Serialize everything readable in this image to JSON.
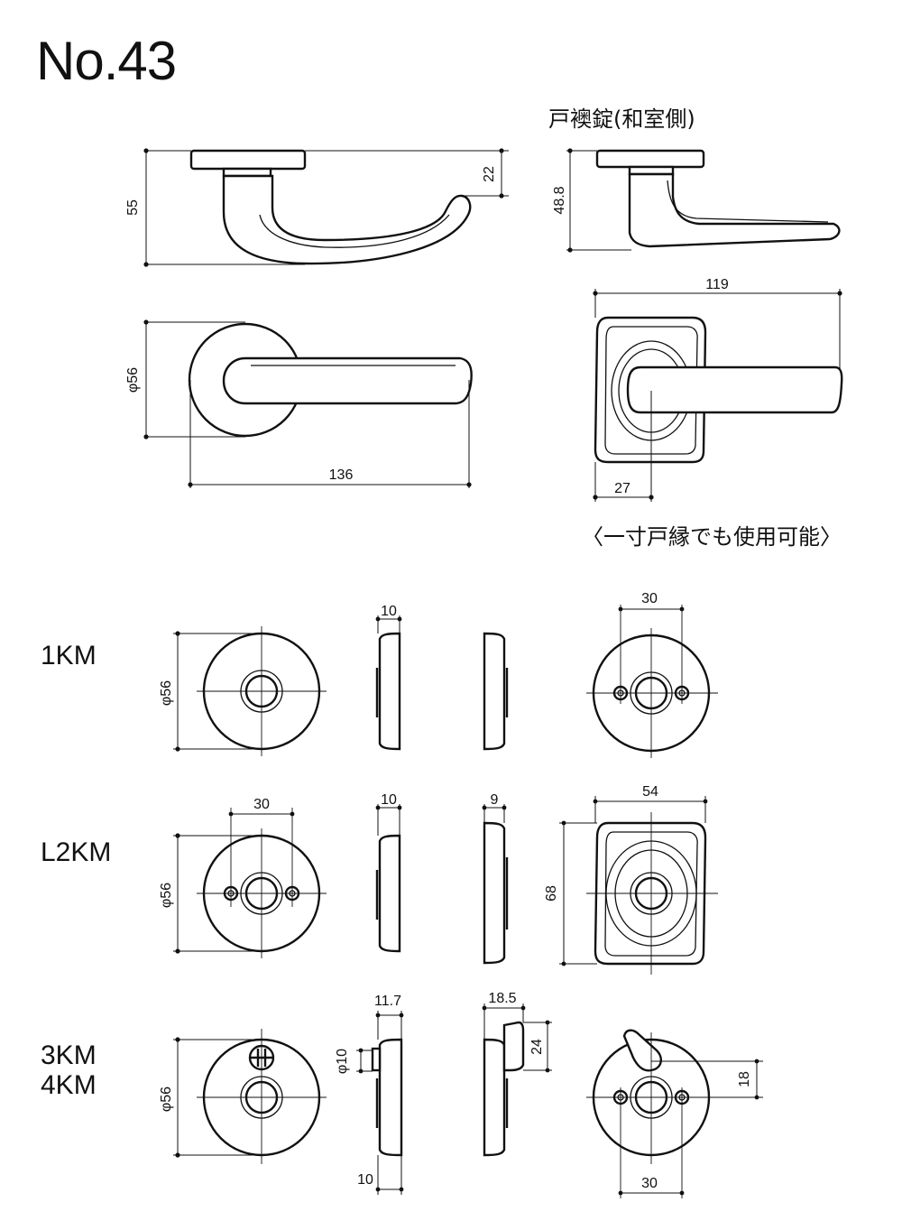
{
  "title": "No.43",
  "heading_right": "戸襖錠(和室側)",
  "note": "〈一寸戸縁でも使用可能〉",
  "models": {
    "km1": "1KM",
    "l2km": "L2KM",
    "km3": "3KM",
    "km4": "4KM"
  },
  "dims": {
    "h55": "55",
    "h22": "22",
    "h48_8": "48.8",
    "d56": "φ56",
    "w136": "136",
    "w119": "119",
    "w27": "27",
    "t10": "10",
    "t9": "9",
    "t11_7": "11.7",
    "t18_5": "18.5",
    "p30": "30",
    "w54": "54",
    "h68": "68",
    "d10": "φ10",
    "h24": "24",
    "h18": "18"
  }
}
